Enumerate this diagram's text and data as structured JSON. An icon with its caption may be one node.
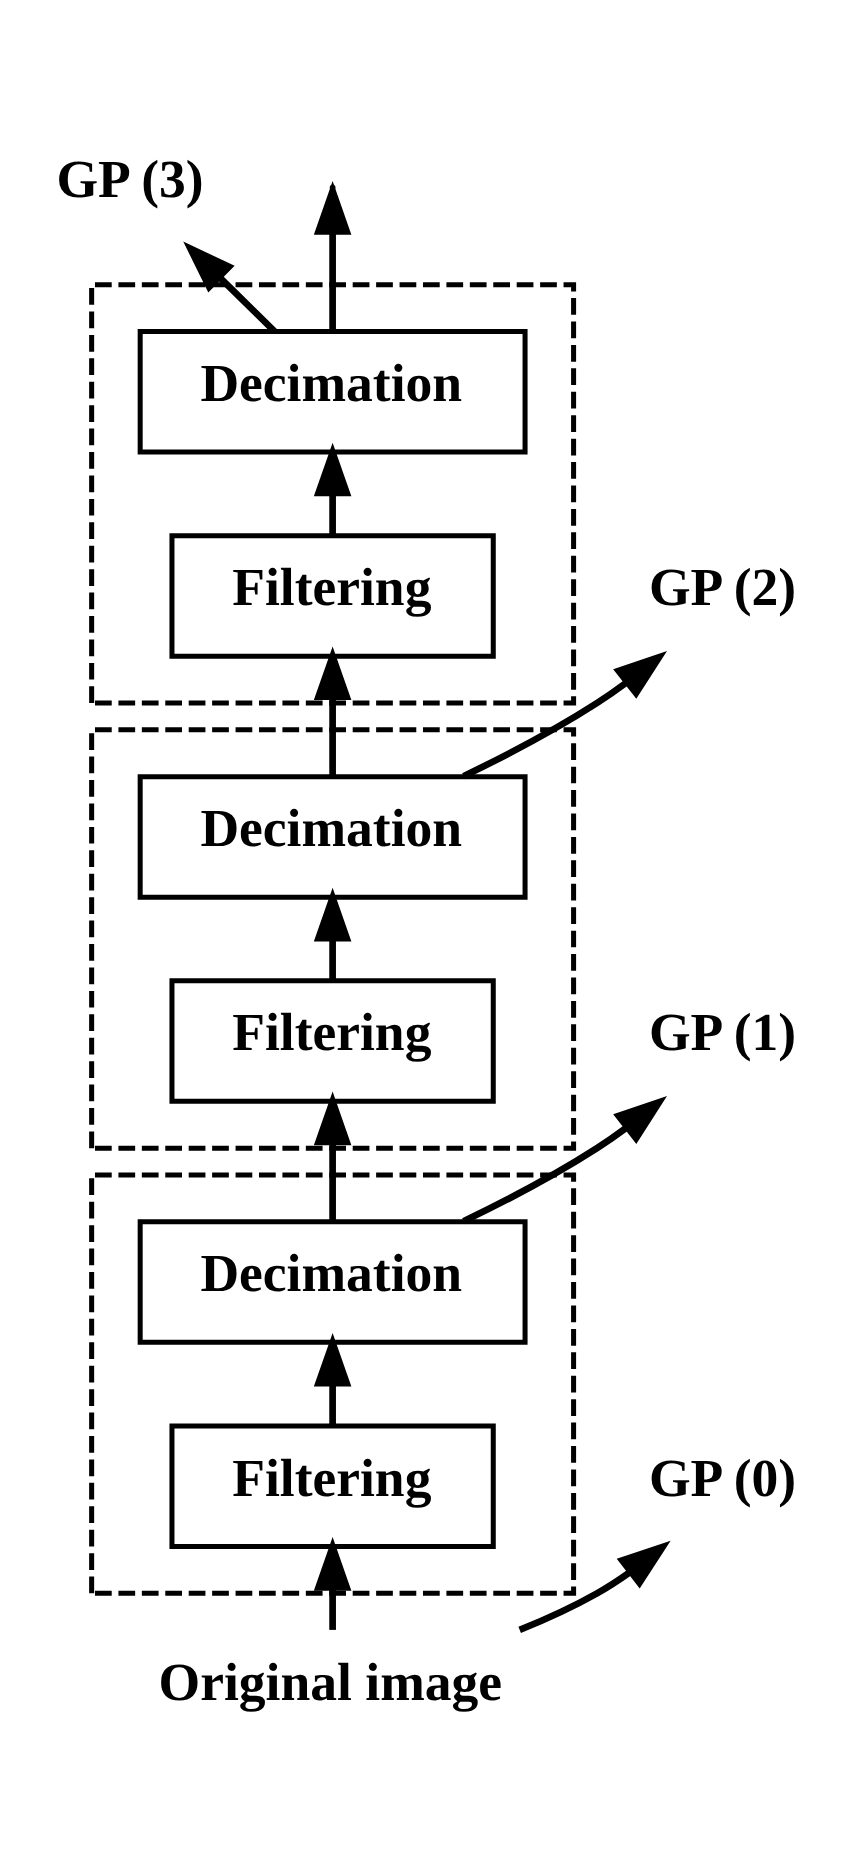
{
  "diagram": {
    "nodes": [
      {
        "text": [],
        "shape": "box"
      },
      {
        "text": [
          "Decimation"
        ],
        "in": 0
      },
      {
        "text": [
          "Filtering"
        ],
        "in": 0
      },
      {
        "text": [
          "GP (3)"
        ]
      },
      {
        "text": [],
        "shape": "box"
      },
      {
        "text": [
          "Decimation"
        ],
        "in": 4
      },
      {
        "text": [
          "Filtering"
        ],
        "in": 4
      },
      {
        "text": [
          "GP (2)"
        ]
      },
      {
        "text": [],
        "shape": "box"
      },
      {
        "text": [
          "Decimation"
        ],
        "in": 8
      },
      {
        "text": [
          "Filtering"
        ],
        "in": 8
      },
      {
        "text": [
          "GP (1)"
        ]
      },
      {
        "text": [
          "GP (0)"
        ]
      },
      {
        "text": [
          "Original image"
        ]
      }
    ],
    "edges": [
      {
        "from": 13,
        "to": 10,
        "arrow": "to"
      },
      {
        "from": 13,
        "to": 12,
        "arrow": "to"
      },
      {
        "from": 10,
        "to": 9,
        "arrow": "to"
      },
      {
        "from": 9,
        "to": 6,
        "arrow": "to"
      },
      {
        "from": 9,
        "to": 11,
        "arrow": "to"
      },
      {
        "from": 6,
        "to": 5,
        "arrow": "to"
      },
      {
        "from": 5,
        "to": 2,
        "arrow": "to"
      },
      {
        "from": 5,
        "to": 7,
        "arrow": "to"
      },
      {
        "from": 2,
        "to": 1,
        "arrow": "to"
      },
      {
        "from": 1,
        "to": null,
        "arrow": "to"
      },
      {
        "from": 1,
        "to": 3,
        "arrow": "to"
      }
    ]
  }
}
